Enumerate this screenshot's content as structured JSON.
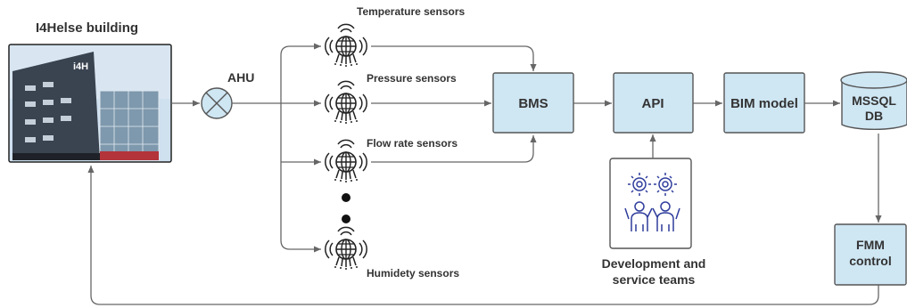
{
  "building": {
    "title": "I4Helse building",
    "sign_text": "i4H"
  },
  "ahu": {
    "label": "AHU"
  },
  "sensors": [
    {
      "label": "Temperature sensors"
    },
    {
      "label": "Pressure sensors"
    },
    {
      "label": "Flow rate sensors"
    },
    {
      "label": "Humidety sensors"
    }
  ],
  "nodes": {
    "bms": "BMS",
    "api": "API",
    "bim": "BIM model",
    "db": [
      "MSSQL",
      "DB"
    ],
    "fmm": [
      "FMM",
      "control"
    ]
  },
  "teams": [
    "Development and",
    "service teams"
  ],
  "colors": {
    "box_fill": "#cfe6f3",
    "line": "#666666",
    "icon": "#2f3d9c"
  }
}
